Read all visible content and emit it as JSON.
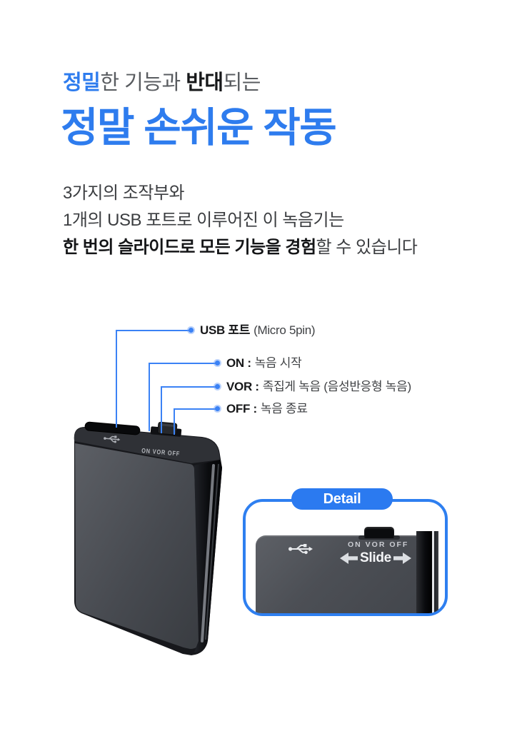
{
  "headline": {
    "part_blue": "정밀",
    "part_gray1": "한 기능과 ",
    "part_bold": "반대",
    "part_gray2": "되는"
  },
  "title": "정말 손쉬운 작동",
  "body": {
    "line1": "3가지의 조작부와",
    "line2": "1개의 USB 포트로 이루어진 이 녹음기는",
    "line3_bold": "한 번의 슬라이드로 모든 기능을 경험",
    "line3_rest": "할 수 있습니다"
  },
  "callouts": [
    {
      "name": "USB 포트",
      "desc": "(Micro 5pin)"
    },
    {
      "name": "ON :",
      "desc": "녹음 시작"
    },
    {
      "name": "VOR :",
      "desc": "족집게 녹음 (음성반응형 녹음)"
    },
    {
      "name": "OFF :",
      "desc": "녹음 종료"
    }
  ],
  "device": {
    "switch_labels": "ON VOR OFF"
  },
  "detail": {
    "badge": "Detail",
    "switch_labels": "ON VOR OFF",
    "slide": "Slide"
  },
  "colors": {
    "accent_blue": "#2e7cee",
    "callout_line_blue": "#3b82f5",
    "badge_blue": "#2b7af0",
    "panel_border_blue": "#2e7ff0",
    "device_gray": "#4c4f55",
    "text_dark": "#17181a",
    "text_gray": "#595c60"
  }
}
